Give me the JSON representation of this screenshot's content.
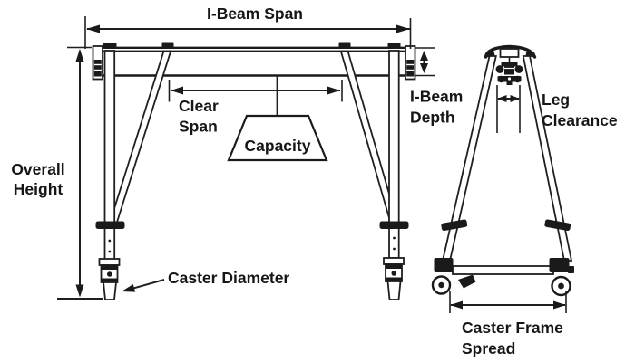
{
  "diagram": {
    "labels": {
      "i_beam_span": "I-Beam Span",
      "clear_span": [
        "Clear",
        "Span"
      ],
      "capacity": "Capacity",
      "i_beam_depth": [
        "I-Beam",
        "Depth"
      ],
      "leg_clearance": [
        "Leg",
        "Clearance"
      ],
      "overall_height": [
        "Overall",
        "Height"
      ],
      "caster_diameter": "Caster Diameter",
      "caster_frame_spread": [
        "Caster Frame",
        "Spread"
      ]
    },
    "colors": {
      "line": "#1f1f1f",
      "text": "#161616",
      "background": "#ffffff"
    }
  }
}
